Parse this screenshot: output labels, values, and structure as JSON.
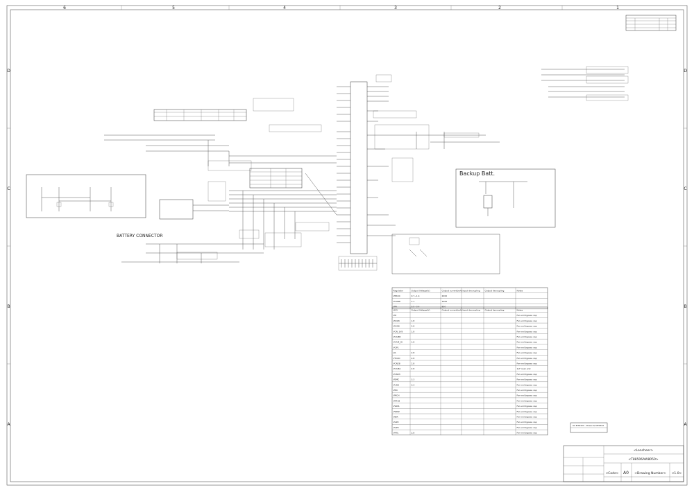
{
  "frame": {
    "columns": [
      "6",
      "5",
      "4",
      "3",
      "2",
      "1"
    ],
    "rows": [
      "D",
      "C",
      "B",
      "A"
    ]
  },
  "labels": {
    "battery_connector": "BATTERY CONNECTOR",
    "backup_batt": "Backup Batt."
  },
  "regulator_table": {
    "headers": [
      "Regulator",
      "Output Voltage(V)",
      "Output current(mA)",
      "Input decoupling",
      "Output decoupling",
      "Notes"
    ],
    "rows": [
      [
        "VPROC",
        "0.7~1.4",
        "2000",
        "",
        "",
        ""
      ],
      [
        "VCORE",
        "1.1",
        "1000",
        "",
        "",
        ""
      ],
      [
        "VPA",
        "0.5~3.4",
        "800",
        "",
        "",
        ""
      ]
    ]
  },
  "ldo_table": {
    "headers": [
      "LDO",
      "Output Voltage(V)",
      "Output current(mA)",
      "Input decoupling",
      "Output decoupling",
      "Notes"
    ],
    "rows": [
      [
        "VM",
        "",
        "",
        "",
        "",
        "Far end bypass cap"
      ],
      [
        "VIO18",
        "1.8",
        "",
        "",
        "",
        "Far end bypass cap"
      ],
      [
        "VIO28",
        "2.8",
        "",
        "",
        "",
        "Far end bypass cap"
      ],
      [
        "VCN_1V8",
        "1.8",
        "",
        "",
        "",
        "Far end bypass cap"
      ],
      [
        "VCAMD",
        "",
        "",
        "",
        "",
        "Far end bypass cap"
      ],
      [
        "VCAM_IO",
        "1.8",
        "",
        "",
        "",
        "Far end bypass cap"
      ],
      [
        "VGP1",
        "",
        "",
        "",
        "",
        "Far end bypass cap"
      ],
      [
        "VA",
        "2.8",
        "",
        "",
        "",
        "Far end bypass cap"
      ],
      [
        "VTCXO",
        "2.8",
        "",
        "",
        "",
        "Far end bypass cap"
      ],
      [
        "VCN28",
        "2.8",
        "",
        "",
        "",
        "Far end bypass cap"
      ],
      [
        "VCAMA",
        "2.8",
        "",
        "",
        "",
        "1uF near end"
      ],
      [
        "VCN33",
        "",
        "",
        "",
        "",
        "Far end bypass cap"
      ],
      [
        "VEMC",
        "3.3",
        "",
        "",
        "",
        "Far end bypass cap"
      ],
      [
        "VUSB",
        "3.3",
        "",
        "",
        "",
        "Far end bypass cap"
      ],
      [
        "VMC",
        "",
        "",
        "",
        "",
        "Far end bypass cap"
      ],
      [
        "VMCH",
        "",
        "",
        "",
        "",
        "Far end bypass cap"
      ],
      [
        "VRF18",
        "",
        "",
        "",
        "",
        "Far end bypass cap"
      ],
      [
        "VSIM1",
        "",
        "",
        "",
        "",
        "Far end bypass cap"
      ],
      [
        "VSIM2",
        "",
        "",
        "",
        "",
        "Far end bypass cap"
      ],
      [
        "VIBR",
        "",
        "",
        "",
        "",
        "Far end bypass cap"
      ],
      [
        "VGP2",
        "",
        "",
        "",
        "",
        "Far end bypass cap"
      ],
      [
        "VGP3",
        "",
        "",
        "",
        "",
        "Far end bypass cap"
      ],
      [
        "VRTC",
        "2.8",
        "",
        "",
        "",
        "Far end bypass cap"
      ]
    ]
  },
  "title_block": {
    "company": "<Loncheer>",
    "project": "<T88506AW8050>",
    "sheet_title": "03 MT6323 - Power & MT6322",
    "size": "A0",
    "code": "<Code>",
    "drawing_number": "<Drawing Number>",
    "revision": "<1.0>"
  }
}
